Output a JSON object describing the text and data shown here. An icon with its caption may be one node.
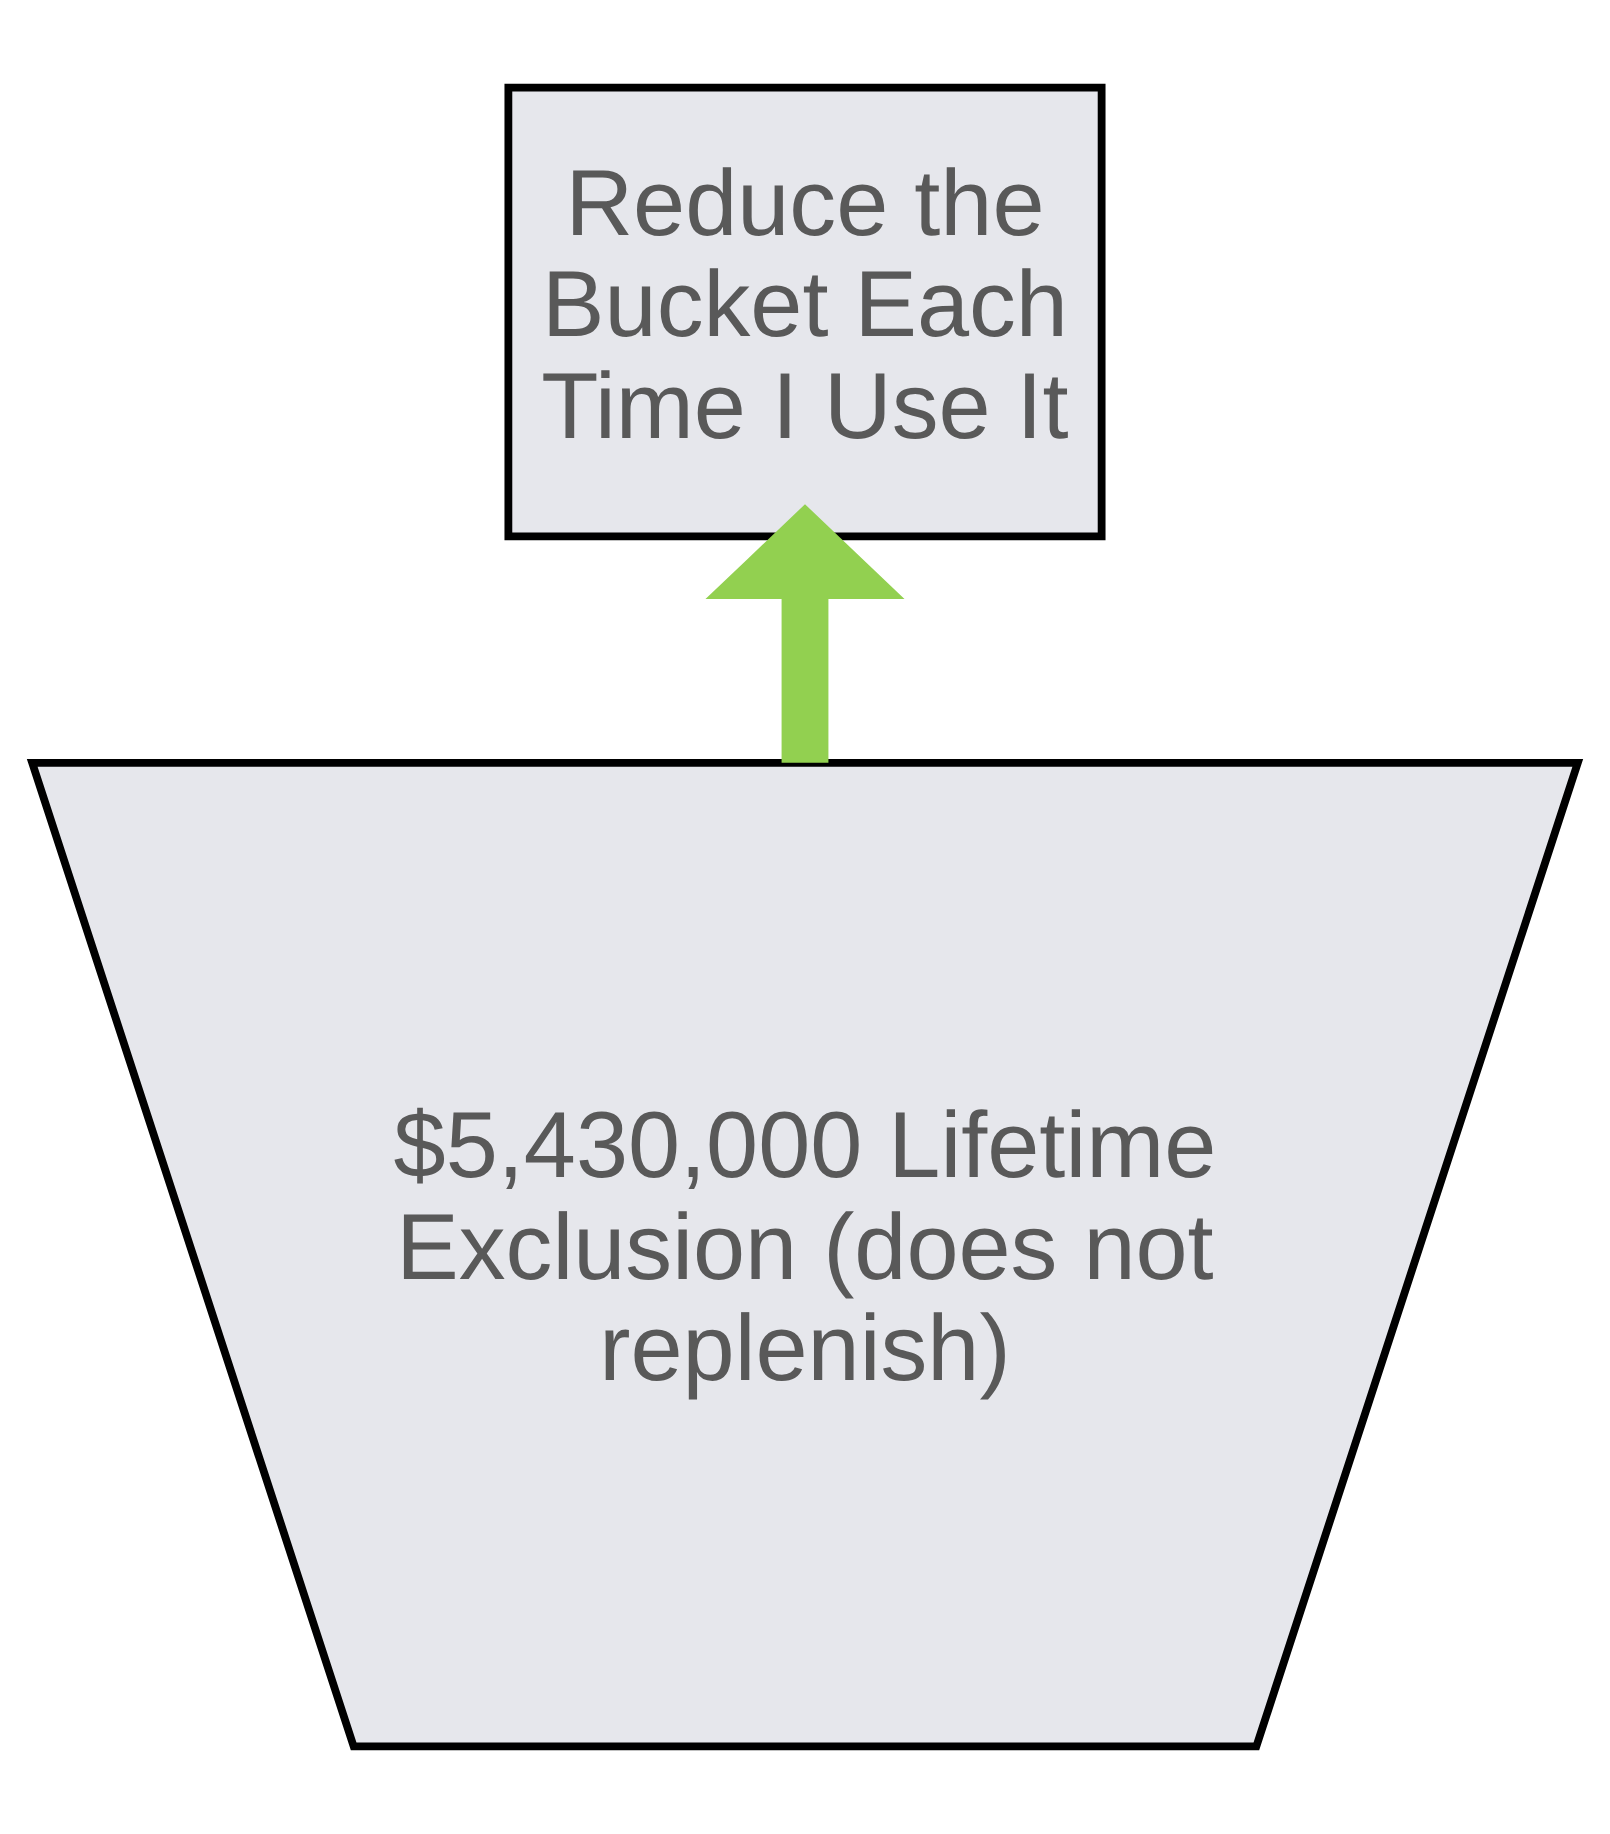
{
  "diagram": {
    "nodes": [
      {
        "text": [
          "Reduce the Bucket Each Time I Use It"
        ]
      },
      {
        "text": [
          "$5,430,000 Lifetime Exclusion (does not replenish)"
        ]
      }
    ],
    "edges": [
      {
        "from": 1,
        "to": 0,
        "arrow": "to",
        "color": "#92d050"
      }
    ]
  }
}
